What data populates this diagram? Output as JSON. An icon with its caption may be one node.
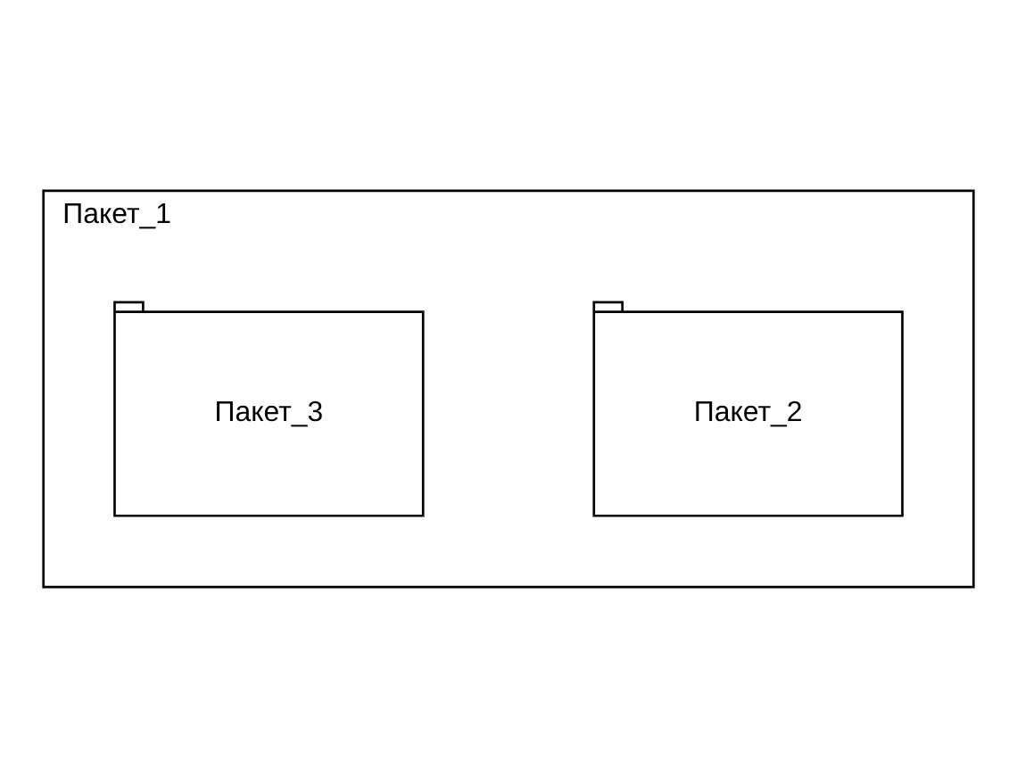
{
  "diagram": {
    "nodes": [
      {
        "text": [
          "Пакет_1"
        ]
      },
      {
        "text": [
          "Пакет_2"
        ],
        "in": 0
      },
      {
        "text": [
          "Пакет_3"
        ],
        "in": 0
      }
    ]
  }
}
